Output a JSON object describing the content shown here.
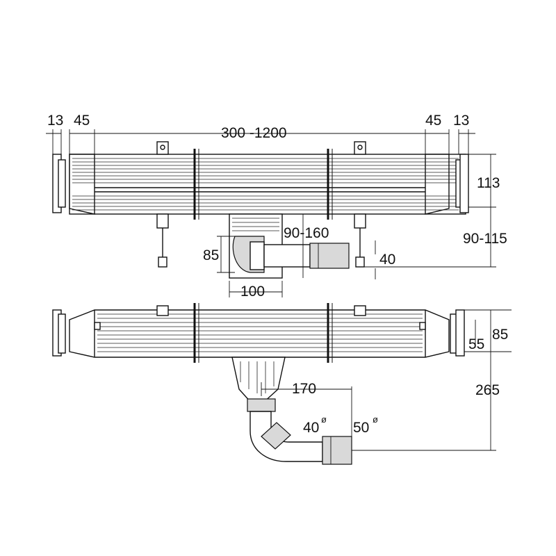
{
  "drawing": {
    "top_view": {
      "dim_end_cap_left": "13",
      "dim_offset_left": "45",
      "dim_length": "300 -1200",
      "dim_offset_right": "45",
      "dim_end_cap_right": "13",
      "dim_height": "113",
      "dim_foot_adjust": "90-115",
      "dim_outlet_height": "90-160",
      "dim_outlet_85": "85",
      "dim_outlet_40": "40",
      "dim_outlet_width": "100"
    },
    "front_view": {
      "dim_height_85": "85",
      "dim_height_55": "55",
      "dim_drop": "265",
      "dim_offset_170": "170",
      "dim_pipe_40": "40",
      "dim_pipe_50": "50",
      "diameter_symbol": "ø"
    }
  }
}
